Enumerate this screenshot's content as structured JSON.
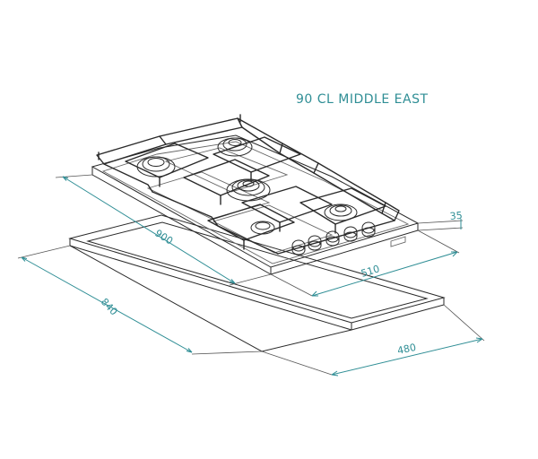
{
  "title": "90 CL MIDDLE EAST",
  "dimensions": {
    "width_900": "900",
    "depth_510": "510",
    "height_35": "35",
    "cutout_width_840": "840",
    "cutout_depth_480": "480"
  },
  "colors": {
    "dimension": "#2f8e95",
    "outline": "#2a2a2a"
  }
}
